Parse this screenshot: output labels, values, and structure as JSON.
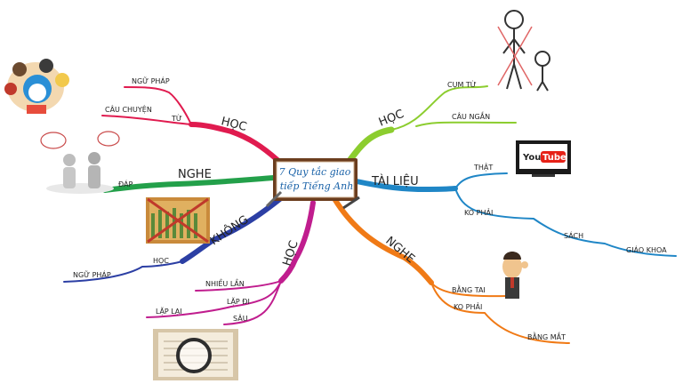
{
  "center": {
    "line1": "7 Quy tắc giao",
    "line2": "tiếp Tiếng Anh"
  },
  "branches": {
    "hoc_top_right": {
      "label": "HỌC",
      "color": "#8ccd2f",
      "children": [
        "CỤM TỪ",
        "CÂU NGẮN"
      ]
    },
    "tai_lieu": {
      "label": "TÀI LIỆU",
      "color": "#1f86c6",
      "children": [
        "THẬT",
        "KO PHẢI",
        "SÁCH",
        "GIÁO KHOA"
      ]
    },
    "nghe_right": {
      "label": "NGHE",
      "color": "#f07a16",
      "children": [
        "BẰNG TAI",
        "KO PHẢI",
        "BẰNG MẮT"
      ]
    },
    "hoc_bottom": {
      "label": "HỌC",
      "color": "#c01d8e",
      "children": [
        "NHIỀU LẦN",
        "LẶP ĐI",
        "LẶP LẠI",
        "SÂU"
      ]
    },
    "khong": {
      "label": "KHÔNG",
      "color": "#2c3fa4",
      "children": [
        "HỌC",
        "NGỮ PHÁP"
      ]
    },
    "nghe_left": {
      "label": "NGHE",
      "color": "#23a04a",
      "children": [
        "ĐÁP"
      ]
    },
    "hoc_top_left": {
      "label": "HỌC",
      "color": "#e01b4f",
      "children": [
        "TỪ",
        "CÂU CHUYỆN",
        "NGỮ PHÁP"
      ]
    }
  },
  "images": {
    "youtube": {
      "you": "You",
      "tube": "Tube"
    }
  }
}
